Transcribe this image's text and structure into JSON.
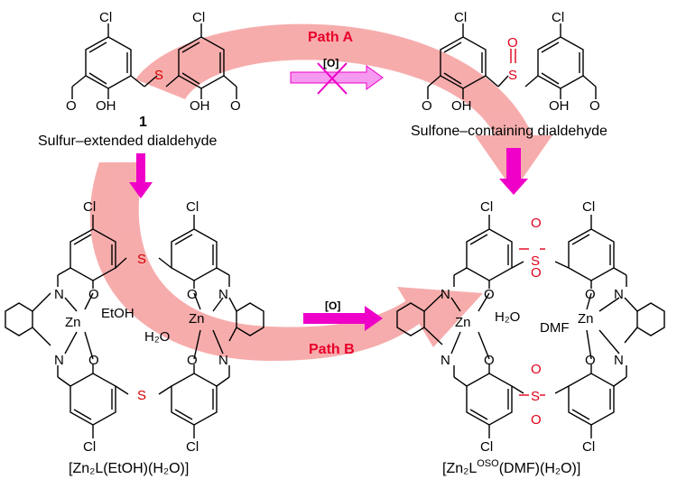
{
  "labels": {
    "compound_number": "1",
    "compound1_name": "Sulfur–extended  dialdehyde",
    "sulfone_name": "Sulfone–containing  dialdehyde",
    "path_a": "Path A",
    "path_b": "Path B",
    "oxidant": "[O]",
    "complex_left": "[Zn₂L(EtOH)(H₂O)]",
    "complex_right_prefix": "[Zn₂L",
    "complex_right_sup": "OSO",
    "complex_right_suffix": "(DMF)(H₂O)]"
  },
  "atoms": {
    "cl": "Cl",
    "s": "S",
    "o": "O",
    "oh": "OH",
    "n": "N",
    "zn": "Zn",
    "etoh": "EtOH",
    "h2o": "H₂O",
    "dmf": "DMF"
  },
  "colors": {
    "big_arrow": "#f6a5a5",
    "path_arrow": "#ee00c8",
    "sulfur": "#d40000",
    "path_label": "#e8002a"
  }
}
